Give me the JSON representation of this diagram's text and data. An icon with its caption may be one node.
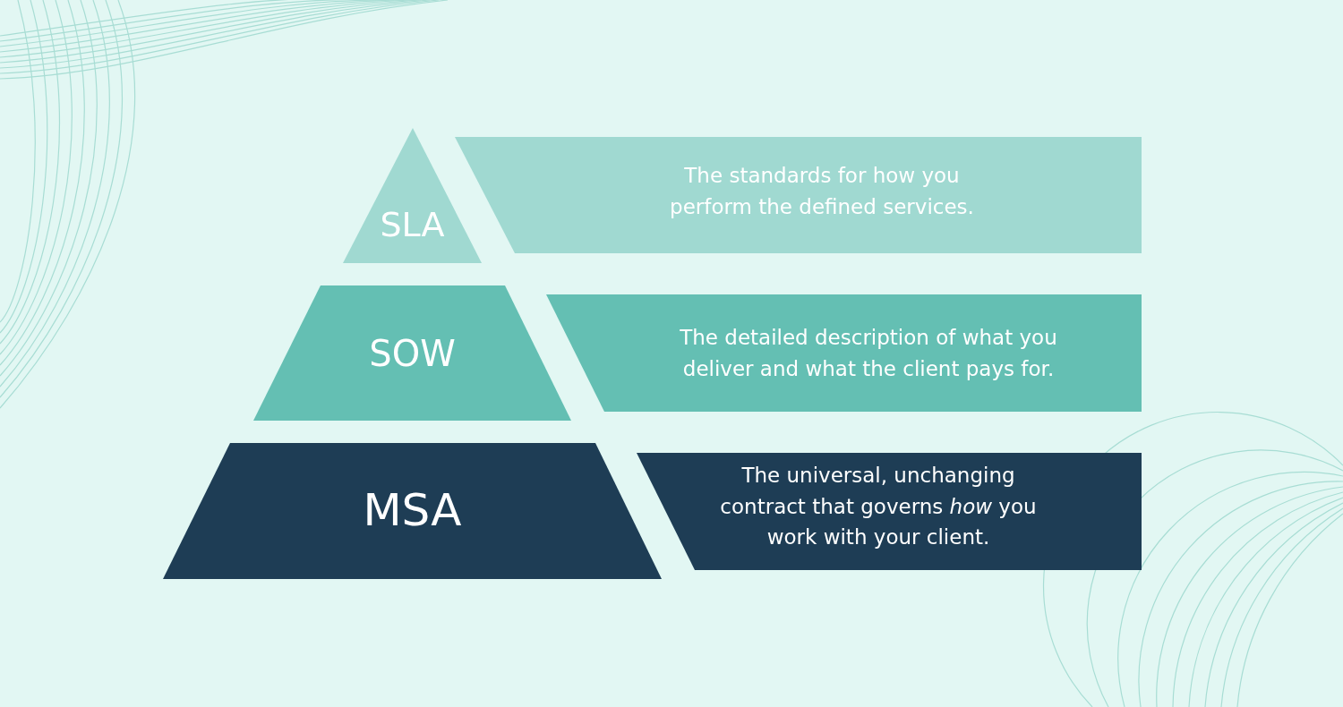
{
  "diagram": {
    "nodes": [
      {
        "text": [
          "SLA"
        ]
      },
      {
        "text": [
          "The standards for how you perform the defined services."
        ]
      },
      {
        "text": [
          "SOW"
        ]
      },
      {
        "text": [
          "The detailed description of what you deliver and what the client pays for."
        ]
      },
      {
        "text": [
          "MSA"
        ]
      },
      {
        "text": [
          "The universal, unchanging contract that governs *how* you work with your client."
        ]
      }
    ]
  }
}
